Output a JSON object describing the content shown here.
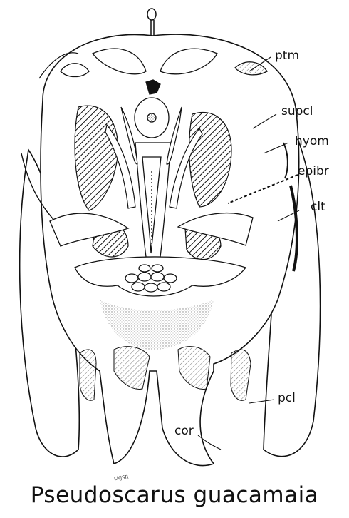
{
  "labels": {
    "ptm": "ptm",
    "supcl": "supcl",
    "hyom": "hyom",
    "epibr": "epibr",
    "clt": "clt",
    "pcl": "pcl",
    "cor": "cor"
  },
  "caption": "Pseudoscarus guacamaia",
  "initials": "LNJSR",
  "colors": {
    "ink": "#111111",
    "paper": "#ffffff"
  }
}
